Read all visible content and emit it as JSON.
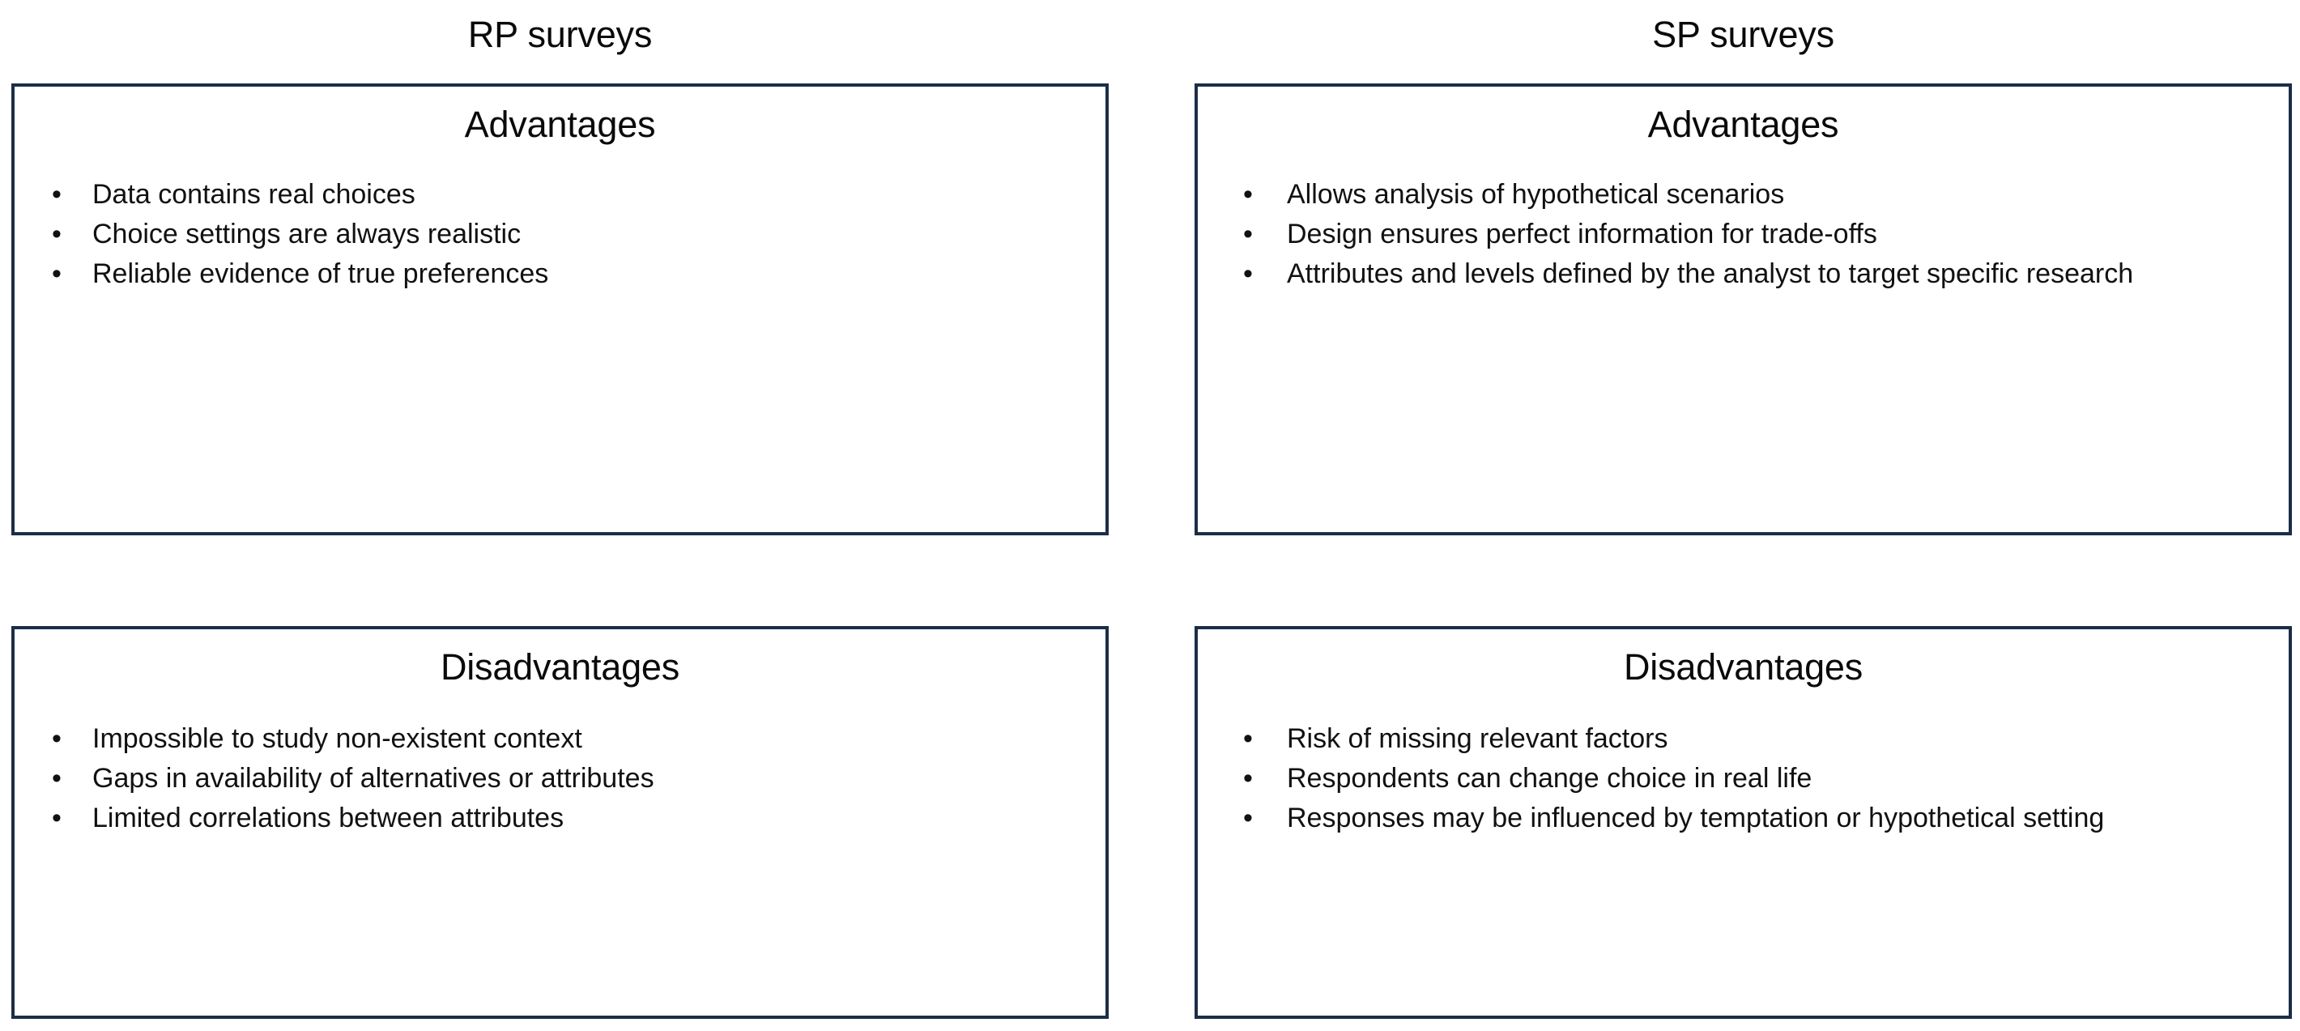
{
  "diagram": {
    "bullet_glyph": "•",
    "border_color": "#1c2e46",
    "text_color": "#111111",
    "background_color": "#ffffff",
    "columns": [
      {
        "title": "RP surveys",
        "advantages": {
          "header": "Advantages",
          "items": [
            "Data contains real choices",
            "Choice settings are always realistic",
            "Reliable evidence of true preferences"
          ]
        },
        "disadvantages": {
          "header": "Disadvantages",
          "items": [
            "Impossible to study non-existent context",
            "Gaps in availability of alternatives or attributes",
            "Limited correlations between attributes"
          ]
        }
      },
      {
        "title": "SP surveys",
        "advantages": {
          "header": "Advantages",
          "items": [
            "Allows analysis of hypothetical scenarios",
            "Design ensures perfect information for trade-offs",
            "Attributes and levels defined by the analyst to target specific research"
          ]
        },
        "disadvantages": {
          "header": "Disadvantages",
          "items": [
            "Risk of missing relevant factors",
            "Respondents can change choice in real life",
            "Responses may be influenced by temptation or hypothetical setting"
          ]
        }
      }
    ]
  }
}
